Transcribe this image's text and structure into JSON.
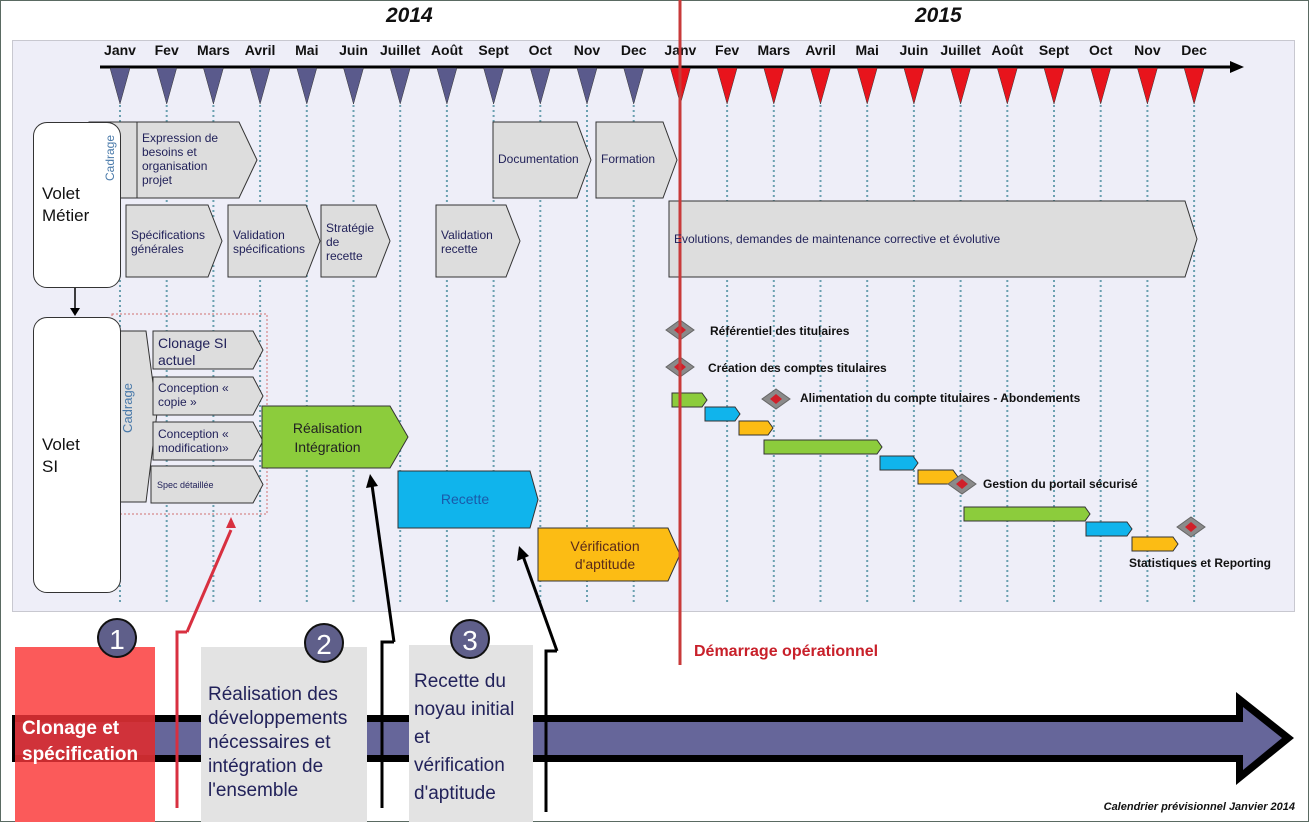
{
  "title": "Calendrier prévisionnel Janvier 2014",
  "years": [
    "2014",
    "2015"
  ],
  "months_2014": [
    "Janv",
    "Fev",
    "Mars",
    "Avril",
    "Mai",
    "Juin",
    "Juillet",
    "Août",
    "Sept",
    "Oct",
    "Nov",
    "Dec"
  ],
  "months_2015": [
    "Janv",
    "Fev",
    "Mars",
    "Avril",
    "Mai",
    "Juin",
    "Juillet",
    "Août",
    "Sept",
    "Oct",
    "Nov",
    "Dec"
  ],
  "colors": {
    "marker_2014": "#5a5a8c",
    "marker_2015": "#e8141c",
    "task_grey": "#dddddd",
    "green": "#8ccc3c",
    "blue": "#10b4ec",
    "orange": "#fcbc14",
    "start_line": "#c83a3a",
    "phase1": "#fa5a5a",
    "arrow": "#66669a"
  },
  "volets": {
    "metier": "Volet Métier",
    "si": "Volet SI"
  },
  "metier_tasks": {
    "cadrage": "Cadrage",
    "expression": "Expression de besoins et organisation projet",
    "spec_generales": "Spécifications générales",
    "validation_spec": "Validation spécifications",
    "strategie": "Stratégie de recette",
    "validation_recette": "Validation recette",
    "documentation": "Documentation",
    "formation": "Formation",
    "evolutions": "Evolutions, demandes de maintenance corrective et évolutive"
  },
  "si_tasks": {
    "cadrage": "Cadrage",
    "clonage": "Clonage SI actuel",
    "conception_copie": "Conception « copie »",
    "conception_modif": "Conception « modification»",
    "spec_detaillee": "Spec détaillée",
    "realisation": "Réalisation Intégration",
    "recette": "Recette",
    "verification": "Vérification d'aptitude"
  },
  "milestones": [
    "Référentiel des titulaires",
    "Création des comptes titulaires",
    "Alimentation du compte titulaires - Abondements",
    "Gestion du portail sécurisé",
    "Statistiques et Reporting"
  ],
  "start_label": "Démarrage opérationnel",
  "phases": [
    {
      "number": "1",
      "label": "Clonage et spécification"
    },
    {
      "number": "2",
      "label": "Réalisation des développements nécessaires et intégration de l'ensemble"
    },
    {
      "number": "3",
      "label": "Recette du noyau initial et vérification d'aptitude"
    }
  ],
  "footer": "Calendrier prévisionnel Janvier 2014"
}
